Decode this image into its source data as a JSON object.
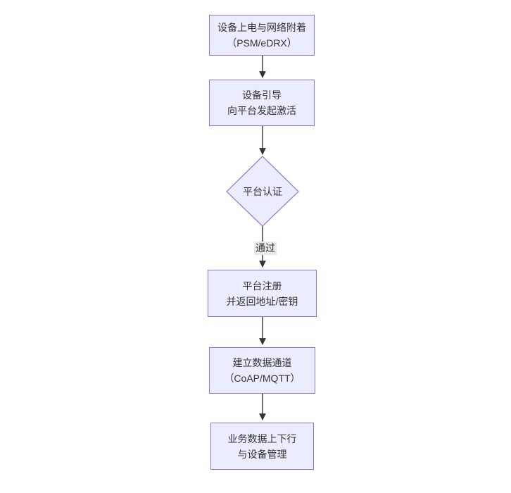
{
  "diagram": {
    "type": "flowchart",
    "direction": "top-down",
    "colors": {
      "node_fill": "#ECECFF",
      "node_border": "#9370DB",
      "edge": "#333333",
      "text": "#333333",
      "edge_label_bg": "#e8e8e8",
      "background": "#ffffff"
    },
    "nodes": [
      {
        "id": "power-attach",
        "shape": "rect",
        "line1": "设备上电与网络附着",
        "line2": "（PSM/eDRX）"
      },
      {
        "id": "bootstrap",
        "shape": "rect",
        "line1": "设备引导",
        "line2": "向平台发起激活"
      },
      {
        "id": "auth",
        "shape": "diamond",
        "line1": "平台认证"
      },
      {
        "id": "register",
        "shape": "rect",
        "line1": "平台注册",
        "line2": "并返回地址/密钥"
      },
      {
        "id": "channel",
        "shape": "rect",
        "line1": "建立数据通道",
        "line2": "（CoAP/MQTT）"
      },
      {
        "id": "business",
        "shape": "rect",
        "line1": "业务数据上下行",
        "line2": "与设备管理"
      }
    ],
    "edges": [
      {
        "from": "power-attach",
        "to": "bootstrap",
        "label": ""
      },
      {
        "from": "bootstrap",
        "to": "auth",
        "label": ""
      },
      {
        "from": "auth",
        "to": "register",
        "label": "通过"
      },
      {
        "from": "register",
        "to": "channel",
        "label": ""
      },
      {
        "from": "channel",
        "to": "business",
        "label": ""
      }
    ]
  }
}
